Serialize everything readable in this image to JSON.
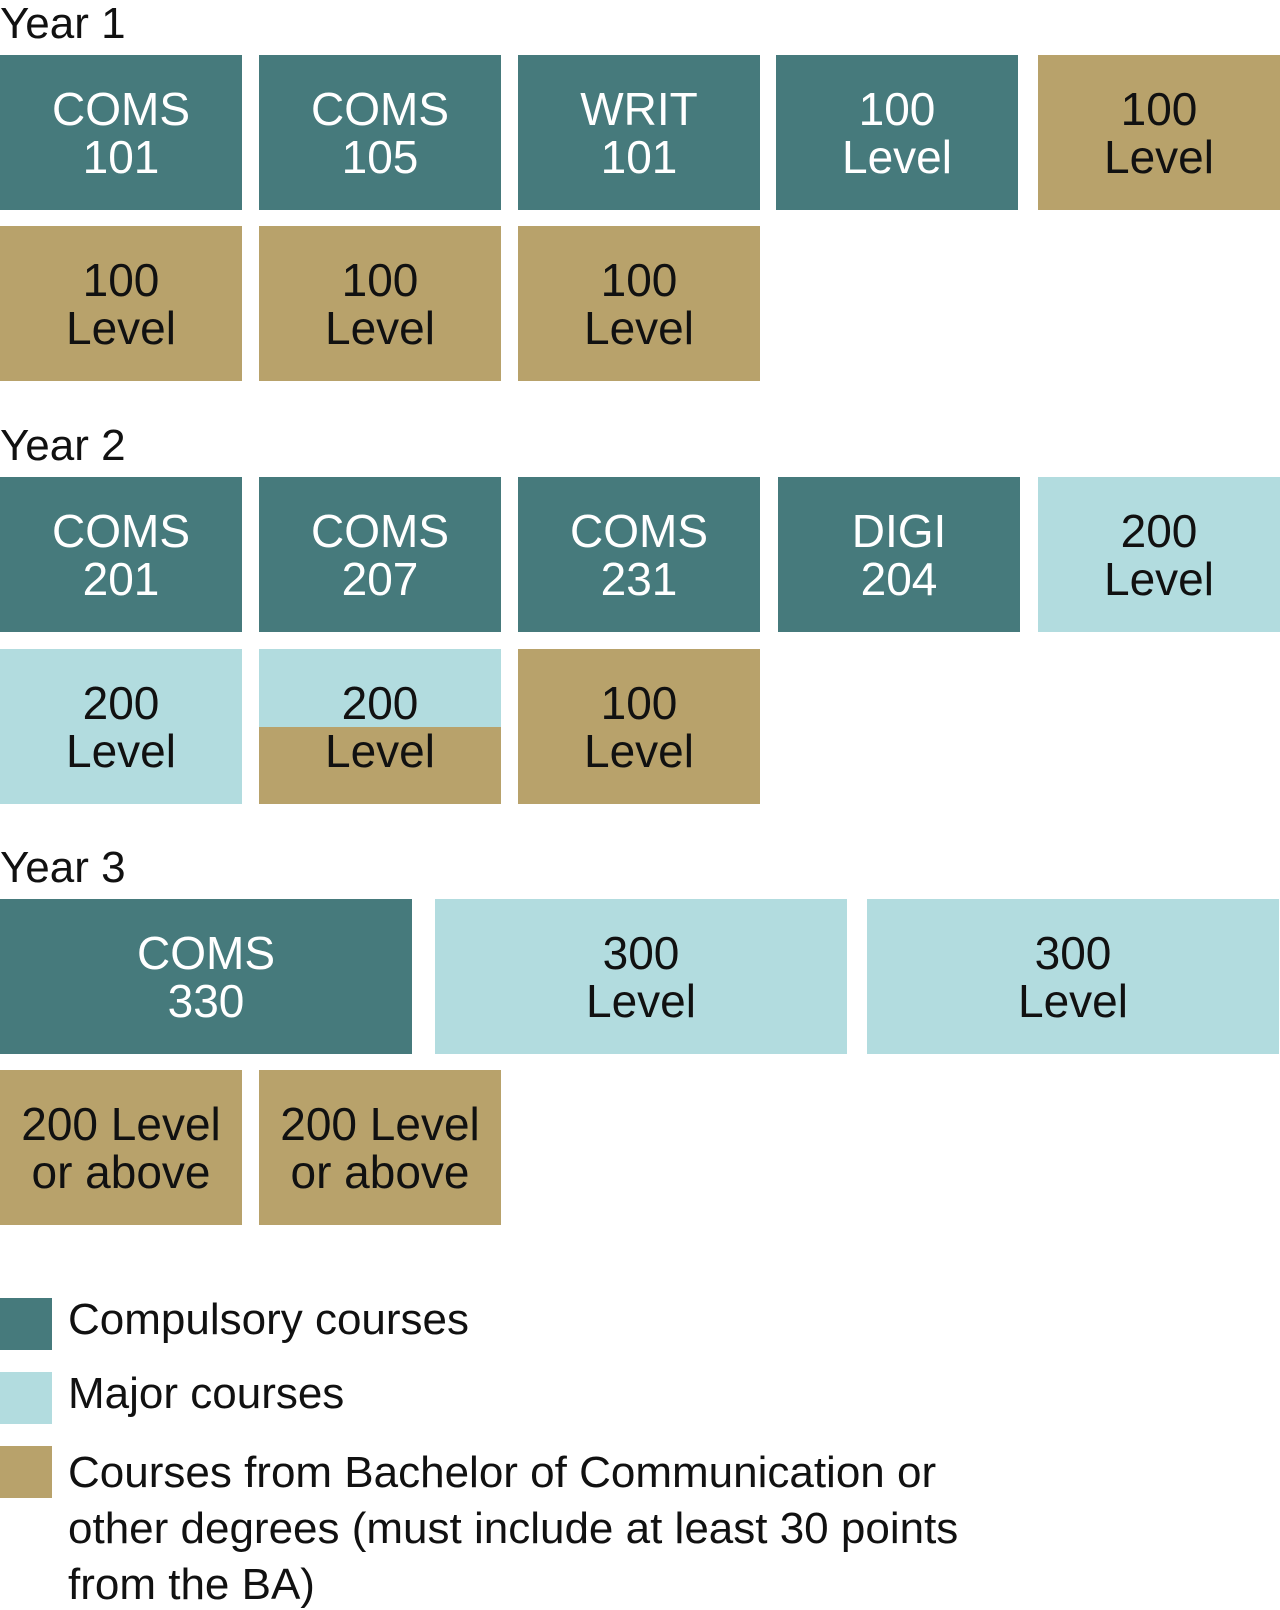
{
  "colors": {
    "compulsory": "#467a7c",
    "major": "#b2dcdf",
    "other": "#b8a26b"
  },
  "years": [
    {
      "title": "Year 1",
      "tiles": [
        {
          "type": "compulsory",
          "line1": "COMS",
          "line2": "101"
        },
        {
          "type": "compulsory",
          "line1": "COMS",
          "line2": "105"
        },
        {
          "type": "compulsory",
          "line1": "WRIT",
          "line2": "101"
        },
        {
          "type": "compulsory",
          "line1": "100",
          "line2": "Level"
        },
        {
          "type": "other",
          "line1": "100",
          "line2": "Level"
        },
        {
          "type": "other",
          "line1": "100",
          "line2": "Level"
        },
        {
          "type": "other",
          "line1": "100",
          "line2": "Level"
        },
        {
          "type": "other",
          "line1": "100",
          "line2": "Level"
        }
      ]
    },
    {
      "title": "Year 2",
      "tiles": [
        {
          "type": "compulsory",
          "line1": "COMS",
          "line2": "201"
        },
        {
          "type": "compulsory",
          "line1": "COMS",
          "line2": "207"
        },
        {
          "type": "compulsory",
          "line1": "COMS",
          "line2": "231"
        },
        {
          "type": "compulsory",
          "line1": "DIGI",
          "line2": "204"
        },
        {
          "type": "major",
          "line1": "200",
          "line2": "Level"
        },
        {
          "type": "major",
          "line1": "200",
          "line2": "Level"
        },
        {
          "type": "split",
          "line1": "200",
          "line2": "Level"
        },
        {
          "type": "other",
          "line1": "100",
          "line2": "Level"
        }
      ]
    },
    {
      "title": "Year 3",
      "tiles": [
        {
          "type": "compulsory",
          "line1": "COMS",
          "line2": "330"
        },
        {
          "type": "major",
          "line1": "300",
          "line2": "Level"
        },
        {
          "type": "major",
          "line1": "300",
          "line2": "Level"
        },
        {
          "type": "other",
          "line1": "200 Level",
          "line2": "or above"
        },
        {
          "type": "other",
          "line1": "200 Level",
          "line2": "or above"
        }
      ]
    }
  ],
  "legend": {
    "compulsory": "Compulsory courses",
    "major": "Major courses",
    "other_line1": "Courses from Bachelor of Communication or",
    "other_line2": "other degrees (must include at least 30 points",
    "other_line3": "from the BA)"
  }
}
